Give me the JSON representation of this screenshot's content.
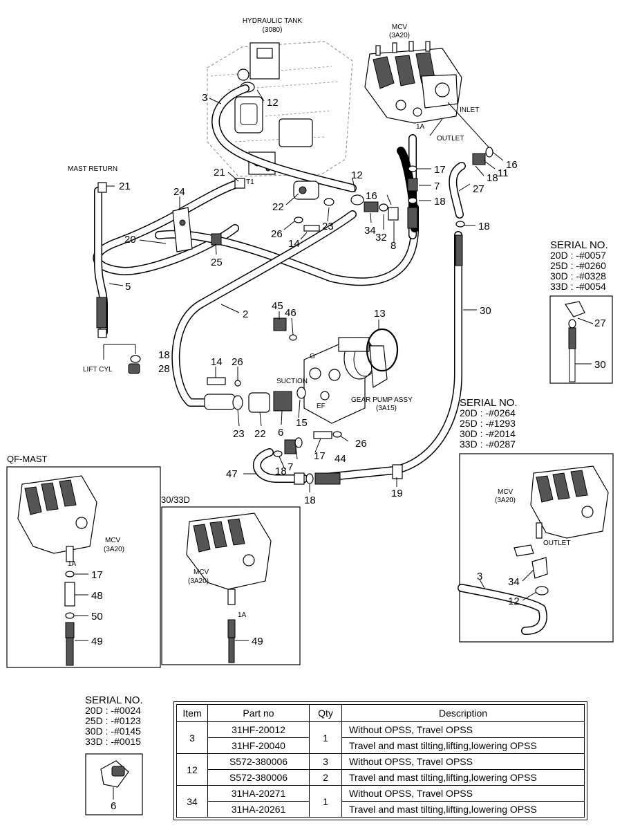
{
  "labels": {
    "hydraulic_tank": "HYDRAULIC TANK",
    "hydraulic_tank_code": "(3080)",
    "mcv": "MCV",
    "mcv_code": "(3A20)",
    "inlet": "INLET",
    "outlet": "OUTLET",
    "mast_return": "MAST RETURN",
    "lift_cyl": "LIFT CYL",
    "suction": "SUCTION",
    "gear_pump": "GEAR PUMP ASSY",
    "gear_pump_code": "(3A15)",
    "port_g": "G",
    "port_ef": "EF",
    "port_t1": "T1",
    "port_1a": "1A",
    "qf_mast": "QF-MAST",
    "box_3033d": "30/33D"
  },
  "callouts": {
    "n2": "2",
    "n3": "3",
    "n5": "5",
    "n6": "6",
    "n7": "7",
    "n8": "8",
    "n11": "11",
    "n12": "12",
    "n13": "13",
    "n14": "14",
    "n15": "15",
    "n16": "16",
    "n17": "17",
    "n18": "18",
    "n19": "19",
    "n20": "20",
    "n21": "21",
    "n22": "22",
    "n23": "23",
    "n24": "24",
    "n25": "25",
    "n26": "26",
    "n27": "27",
    "n28": "28",
    "n30": "30",
    "n32": "32",
    "n34": "34",
    "n44": "44",
    "n45": "45",
    "n46": "46",
    "n47": "47",
    "n48": "48",
    "n49": "49",
    "n50": "50"
  },
  "serial_right_top": {
    "title": "SERIAL NO.",
    "lines": [
      "20D : -#0057",
      "25D : -#0260",
      "30D : -#0328",
      "33D : -#0054"
    ]
  },
  "serial_right_mid": {
    "title": "SERIAL NO.",
    "lines": [
      "20D : -#0264",
      "25D : -#1293",
      "30D : -#2014",
      "33D : -#0287"
    ]
  },
  "serial_bottom_left": {
    "title": "SERIAL NO.",
    "lines": [
      "20D : -#0024",
      "25D : -#0123",
      "30D : -#0145",
      "33D : -#0015"
    ]
  },
  "table": {
    "headers": [
      "Item",
      "Part no",
      "Qty",
      "Description"
    ],
    "groups": [
      {
        "item": "3",
        "rows": [
          {
            "part": "31HF-20012",
            "desc": "Without OPSS, Travel OPSS"
          },
          {
            "part": "31HF-20040",
            "desc": "Travel and mast tilting,lifting,lowering OPSS"
          }
        ],
        "qty": "1"
      },
      {
        "item": "12",
        "rows": [
          {
            "part": "S572-380006",
            "qty": "3",
            "desc": "Without OPSS, Travel OPSS"
          },
          {
            "part": "S572-380006",
            "qty": "2",
            "desc": "Travel and mast tilting,lifting,lowering OPSS"
          }
        ]
      },
      {
        "item": "34",
        "rows": [
          {
            "part": "31HA-20271",
            "desc": "Without OPSS, Travel OPSS"
          },
          {
            "part": "31HA-20261",
            "desc": "Travel and mast tilting,lifting,lowering OPSS"
          }
        ],
        "qty": "1"
      }
    ]
  }
}
